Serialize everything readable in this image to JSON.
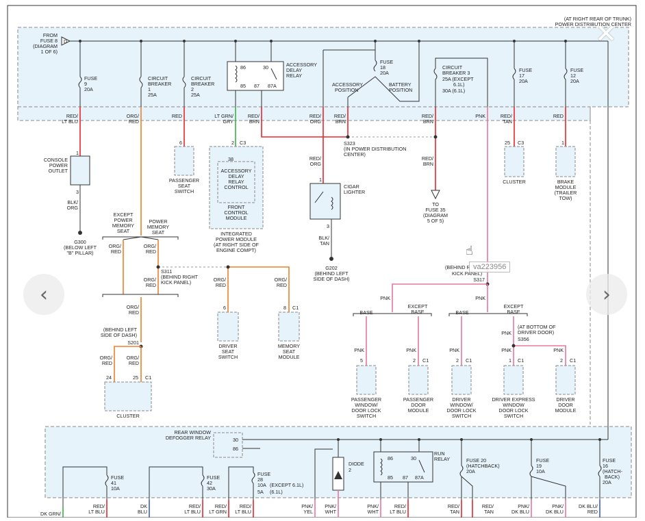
{
  "viewer": {
    "close_glyph": "✕",
    "prev_glyph": "‹",
    "next_glyph": "›",
    "watermark": "va223956"
  },
  "colors": {
    "red": "#e8262a",
    "orange": "#f07f2a",
    "pink": "#e8769a",
    "green": "#3cb043",
    "panel_fill": "#e6f3fb",
    "dashed": "#8a8a8a"
  },
  "diagram": {
    "header": [
      "(AT RIGHT REAR OF TRUNK)",
      "POWER DISTRIBUTION CENTER"
    ],
    "from_fuse": [
      "FROM",
      "FUSE 8",
      "(DIAGRAM",
      "1 OF 6)"
    ],
    "fuse9": [
      "FUSE",
      "9",
      "20A"
    ],
    "cb1": [
      "CIRCUIT",
      "BREAKER",
      "1",
      "25A"
    ],
    "cb2": [
      "CIRCUIT",
      "BREAKER",
      "2",
      "25A"
    ],
    "acc_relay": [
      "ACCESSORY",
      "DELAY",
      "RELAY"
    ],
    "acc_relay_pins": [
      "86",
      "85",
      "30",
      "87",
      "87A"
    ],
    "fuse18": [
      "FUSE",
      "18",
      "20A"
    ],
    "acc_pos": [
      "ACCESSORY",
      "POSITION"
    ],
    "bat_pos": [
      "BATTERY",
      "POSITION"
    ],
    "cb3": [
      "CIRCUIT",
      "BREAKER 3",
      "25A (EXCEPT",
      "6.1L)",
      "30A (6.1L)"
    ],
    "fuse17": [
      "FUSE",
      "17",
      "20A"
    ],
    "fuse12": [
      "FUSE",
      "12",
      "20A"
    ],
    "wires_top": {
      "red_ltblu": [
        "RED/",
        "LT BLU"
      ],
      "org_red": [
        "ORG/",
        "RED"
      ],
      "red": [
        "RED"
      ],
      "ltgrn_gry": [
        "LT GRN/",
        "GRY"
      ],
      "red_brn": [
        "RED/",
        "BRN"
      ],
      "red_org": [
        "RED/",
        "ORG"
      ],
      "red_brn2": [
        "RED/",
        "BRN"
      ],
      "red_brn3": [
        "RED/",
        "BRN"
      ],
      "pnk": [
        "PNK"
      ],
      "red_tan": [
        "RED/",
        "TAN"
      ],
      "red2": [
        "RED"
      ]
    },
    "s323": [
      "S323",
      "(IN POWER DISTRIBUTION",
      "CENTER)"
    ],
    "red_org2": [
      "RED/",
      "ORG"
    ],
    "red_brn4": [
      "RED/",
      "BRN"
    ],
    "console": [
      "CONSOLE",
      "POWER",
      "OUTLET"
    ],
    "pin_1": "1",
    "pin_3": "3",
    "pin_6": "6",
    "pin_2": "2",
    "pin_c3": "C3",
    "pin_38": "38",
    "pin_25": "25",
    "pin_24": "24",
    "pin_5": "5",
    "pin_8": "8",
    "pin_c1": "C1",
    "pass_seat_sw": [
      "PASSENGER",
      "SEAT",
      "SWITCH"
    ],
    "adr_control": [
      "ACCESSORY",
      "DELAY",
      "RELAY",
      "CONTROL"
    ],
    "fcm": [
      "FRONT",
      "CONTROL",
      "MODULE"
    ],
    "ipm": [
      "INTEGRATED",
      "POWER MODULE",
      "(AT RIGHT SIDE OF",
      "ENGINE COMPT)"
    ],
    "cigar": [
      "CIGAR",
      "LIGHTER"
    ],
    "to_fuse35": [
      "TO",
      "FUSE 35",
      "(DIAGRAM",
      "5 OF 5)"
    ],
    "cluster_a": [
      "CLUSTER"
    ],
    "brake_mod": [
      "BRAKE",
      "MODULE",
      "(TRAILER",
      "TOW)"
    ],
    "blk_org": [
      "BLK/",
      "ORG"
    ],
    "g300": [
      "G300",
      "(BELOW LEFT",
      "\"B\" PILLAR)"
    ],
    "blk_tan": [
      "BLK/",
      "TAN"
    ],
    "g202": [
      "G202",
      "(BEHIND LEFT",
      "SIDE OF DASH)"
    ],
    "except_pms": [
      "EXCEPT",
      "POWER",
      "MEMORY",
      "SEAT"
    ],
    "pms": [
      "POWER",
      "MEMORY",
      "SEAT"
    ],
    "org_red_a": [
      "ORG/",
      "RED"
    ],
    "org_red_b": [
      "ORG/",
      "RED"
    ],
    "s311": [
      "S311",
      "(BEHIND RIGHT",
      "KICK PANEL)"
    ],
    "org_red_c": [
      "ORG/",
      "RED"
    ],
    "org_red_d": [
      "ORG/",
      "RED"
    ],
    "org_red_e": [
      "ORG/",
      "RED"
    ],
    "driver_seat_sw": [
      "DRIVER",
      "SEAT",
      "SWITCH"
    ],
    "mem_seat_mod": [
      "MEMORY",
      "SEAT",
      "MODULE"
    ],
    "org_red_f": [
      "ORG/",
      "RED"
    ],
    "s201": [
      "(BEHIND LEFT",
      "SIDE OF DASH)",
      "S201"
    ],
    "org_red_g": [
      "ORG/",
      "RED"
    ],
    "org_red_h": [
      "ORG/",
      "RED"
    ],
    "cluster_b": [
      "CLUSTER"
    ],
    "s317": [
      "(BEHIND R",
      "KICK PANEL)",
      "S317"
    ],
    "pnk_a": [
      "PNK"
    ],
    "pnk_b": [
      "PNK"
    ],
    "base_a": [
      "BASE"
    ],
    "except_base_a": [
      "EXCEPT",
      "BASE"
    ],
    "base_b": [
      "BASE"
    ],
    "except_base_b": [
      "EXCEPT",
      "BASE"
    ],
    "s356": [
      "(AT BOTTOM OF",
      "DRIVER DOOR)",
      "S356"
    ],
    "pnk_c": [
      "PNK"
    ],
    "pnk_labels": [
      "PNK",
      "PNK",
      "PNK",
      "PNK",
      "PNK"
    ],
    "pw_pass": [
      "PASSENGER",
      "WINDOW/",
      "DOOR LOCK",
      "SWITCH"
    ],
    "pdm": [
      "PASSENGER",
      "DOOR",
      "MODULE"
    ],
    "dw_sw": [
      "DRIVER",
      "WINDOW/",
      "DOOR LOCK",
      "SWITCH"
    ],
    "dex_sw": [
      "DRIVER EXPRESS",
      "WINDOW",
      "DOOR LOCK",
      "SWITCH"
    ],
    "ddm": [
      "DRIVER",
      "DOOR",
      "MODULE"
    ],
    "rwd_relay": [
      "REAR WINDOW",
      "DEFOGGER RELAY"
    ],
    "rwd_pins": [
      "30",
      "86"
    ],
    "diode": [
      "DIODE",
      "2"
    ],
    "run_relay": [
      "RUN",
      "RELAY"
    ],
    "run_pins": [
      "86",
      "85",
      "30",
      "87",
      "87A"
    ],
    "fuse41": [
      "FUSE",
      "41",
      "10A"
    ],
    "fuse42": [
      "FUSE",
      "42",
      "30A"
    ],
    "fuse28": [
      "FUSE",
      "28",
      "10A",
      "5A"
    ],
    "fuse28_note": [
      "(EXCEPT 6.1L)",
      "(6.1L)"
    ],
    "fuse20": [
      "FUSE 20",
      "(HATCHBACK)",
      "20A"
    ],
    "fuse19": [
      "FUSE",
      "19",
      "10A"
    ],
    "fuse16": [
      "FUSE",
      "16",
      "(HATCH-",
      "BACK)",
      "20A"
    ],
    "bottom_wires": [
      [
        "DK GRN/"
      ],
      [
        "RED/",
        "LT BLU"
      ],
      [
        "DK",
        "BLU"
      ],
      [
        "RED/",
        "LT BLU"
      ],
      [
        "RED/",
        "LT GRN"
      ],
      [
        "RED/",
        "LT BLU"
      ],
      [
        "PNK/",
        "YEL"
      ],
      [
        "PNK/",
        "WHT"
      ],
      [
        "PNK/",
        "WHT"
      ],
      [
        "RED/",
        "LT BLU"
      ],
      [
        "RED/",
        "TAN"
      ],
      [
        "RED/",
        "TAN"
      ],
      [
        "PNK/",
        "DK BLU"
      ],
      [
        "PNK/",
        "DK BLU"
      ],
      [
        "DK BLU/",
        "RED"
      ]
    ]
  }
}
